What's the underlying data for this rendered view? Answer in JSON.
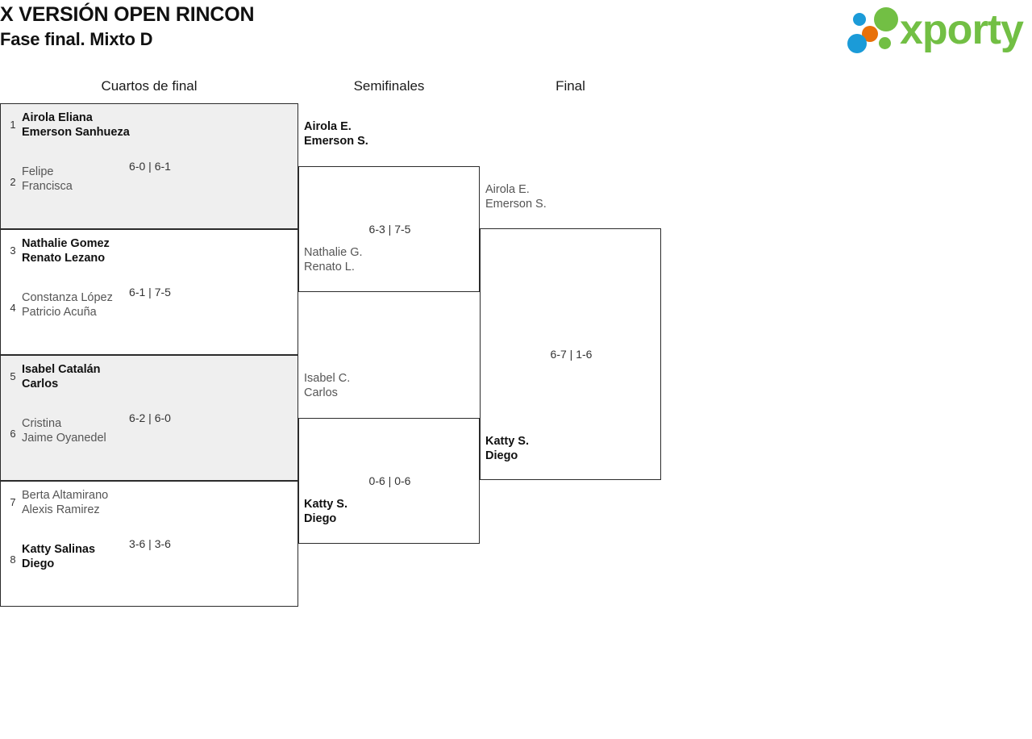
{
  "header": {
    "title_line1": "X VERSIÓN OPEN RINCON",
    "title_line2": "Fase final. Mixto D",
    "logo_text": "xporty",
    "colors": {
      "logo_green": "#72bf44",
      "logo_blue": "#1b9bd8",
      "logo_orange": "#e8700a",
      "shaded_row": "#efefef",
      "border": "#2b2b2b"
    }
  },
  "rounds": {
    "quarterfinals_label": "Cuartos de final",
    "semifinals_label": "Semifinales",
    "final_label": "Final"
  },
  "quarterfinals": [
    {
      "score": "6-0 | 6-1",
      "top": {
        "seed": "1",
        "line1": "Airola Eliana",
        "line2": "Emerson Sanhueza",
        "winner": true
      },
      "bottom": {
        "seed": "2",
        "line1": "Felipe",
        "line2": "Francisca",
        "winner": false
      }
    },
    {
      "score": "6-1 | 7-5",
      "top": {
        "seed": "3",
        "line1": "Nathalie Gomez",
        "line2": "Renato Lezano",
        "winner": true
      },
      "bottom": {
        "seed": "4",
        "line1": "Constanza López",
        "line2": "Patricio Acuña",
        "winner": false
      }
    },
    {
      "score": "6-2 | 6-0",
      "top": {
        "seed": "5",
        "line1": "Isabel Catalán",
        "line2": "Carlos",
        "winner": true
      },
      "bottom": {
        "seed": "6",
        "line1": "Cristina",
        "line2": "Jaime Oyanedel",
        "winner": false
      }
    },
    {
      "score": "3-6 | 3-6",
      "top": {
        "seed": "7",
        "line1": "Berta Altamirano",
        "line2": "Alexis Ramirez",
        "winner": false
      },
      "bottom": {
        "seed": "8",
        "line1": "Katty Salinas",
        "line2": "Diego",
        "winner": true
      }
    }
  ],
  "semifinals": [
    {
      "score": "6-3 | 7-5",
      "top": {
        "line1": "Airola E.",
        "line2": "Emerson S.",
        "winner": true
      },
      "bottom": {
        "line1": "Nathalie G.",
        "line2": "Renato L.",
        "winner": false
      }
    },
    {
      "score": "0-6 | 0-6",
      "top": {
        "line1": "Isabel C.",
        "line2": "Carlos",
        "winner": false
      },
      "bottom": {
        "line1": "Katty S.",
        "line2": "Diego",
        "winner": true
      }
    }
  ],
  "final": {
    "score": "6-7 | 1-6",
    "top": {
      "line1": "Airola E.",
      "line2": "Emerson S.",
      "winner": false
    },
    "bottom": {
      "line1": "Katty S.",
      "line2": "Diego",
      "winner": true
    }
  }
}
